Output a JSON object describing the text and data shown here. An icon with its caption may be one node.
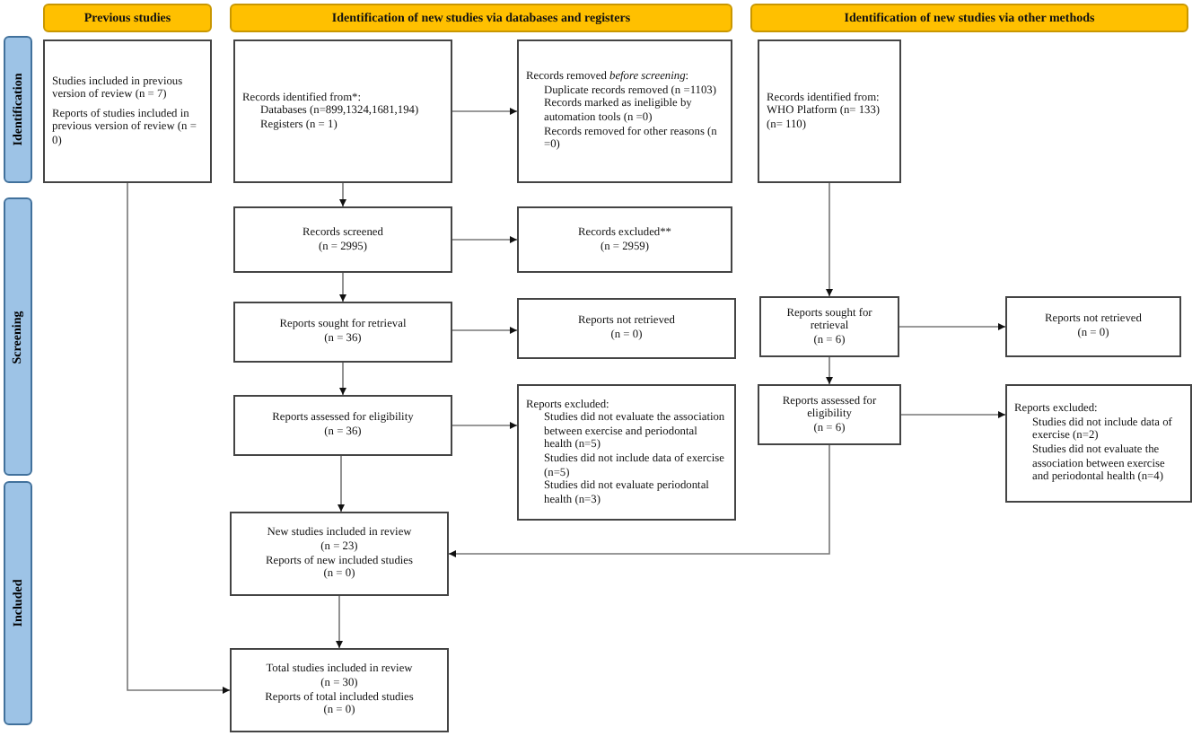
{
  "diagram": {
    "nodes": [
      {
        "text": [
          "Previous studies"
        ]
      },
      {
        "text": [
          "Identification of new studies via databases and registers"
        ]
      },
      {
        "text": [
          "Identification of new studies via other methods"
        ]
      },
      {
        "text": [
          "Identification"
        ]
      },
      {
        "text": [
          "Screening"
        ]
      },
      {
        "text": [
          "Included"
        ]
      },
      {
        "text": [
          "Studies included in previous version of review (n = 7)",
          "Reports of studies included in previous version of review (n = 0)"
        ]
      },
      {
        "text": [
          "Records identified from*:",
          "Databases (n=899,1324,1681,194)",
          "Registers (n = 1)"
        ]
      },
      {
        "text": [
          "Records removed *before screening*:",
          "Duplicate records removed (n =1103)",
          "Records marked as ineligible by automation tools (n =0)",
          "Records removed for other reasons (n =0)"
        ]
      },
      {
        "text": [
          "Records identified from: WHO Platform (n= 133)",
          "(n= 110)"
        ]
      },
      {
        "text": [
          "Records screened",
          "(n = 2995)"
        ]
      },
      {
        "text": [
          "Records excluded**",
          "(n = 2959)"
        ]
      },
      {
        "text": [
          "Reports sought for retrieval",
          "(n = 36)"
        ]
      },
      {
        "text": [
          "Reports not retrieved",
          "(n = 0)"
        ]
      },
      {
        "text": [
          "Reports assessed for eligibility",
          "(n = 36)"
        ]
      },
      {
        "text": [
          "Reports excluded:",
          "Studies did not evaluate the association between exercise and periodontal health (n=5)",
          "Studies did not include data of exercise (n=5)",
          "Studies did not evaluate periodontal health (n=3)"
        ]
      },
      {
        "text": [
          "New studies included in review",
          "(n = 23)",
          "Reports of new included studies",
          "(n = 0)"
        ]
      },
      {
        "text": [
          "Total studies included in review",
          "(n = 30)",
          "Reports of total included studies",
          "(n = 0)"
        ]
      },
      {
        "text": [
          "Reports sought for retrieval",
          "(n = 6)"
        ]
      },
      {
        "text": [
          "Reports not retrieved",
          "(n = 0)"
        ]
      },
      {
        "text": [
          "Reports assessed for eligibility",
          "(n = 6)"
        ]
      },
      {
        "text": [
          "Reports excluded:",
          "Studies did not include data of exercise (n=2)",
          "Studies did not evaluate the association between exercise and periodontal health (n=4)"
        ]
      }
    ],
    "edges": [
      {
        "from": 7,
        "to": 8,
        "arrow": "to"
      },
      {
        "from": 7,
        "to": 10,
        "arrow": "to"
      },
      {
        "from": 10,
        "to": 11,
        "arrow": "to"
      },
      {
        "from": 10,
        "to": 12,
        "arrow": "to"
      },
      {
        "from": 12,
        "to": 13,
        "arrow": "to"
      },
      {
        "from": 12,
        "to": 14,
        "arrow": "to"
      },
      {
        "from": 14,
        "to": 15,
        "arrow": "to"
      },
      {
        "from": 14,
        "to": 16,
        "arrow": "to"
      },
      {
        "from": 16,
        "to": 17,
        "arrow": "to"
      },
      {
        "from": 6,
        "to": 17,
        "arrow": "to"
      },
      {
        "from": 9,
        "to": 18,
        "arrow": "to"
      },
      {
        "from": 18,
        "to": 19,
        "arrow": "to"
      },
      {
        "from": 18,
        "to": 20,
        "arrow": "to"
      },
      {
        "from": 20,
        "to": 21,
        "arrow": "to"
      },
      {
        "from": 20,
        "to": 16,
        "arrow": "to"
      }
    ]
  }
}
